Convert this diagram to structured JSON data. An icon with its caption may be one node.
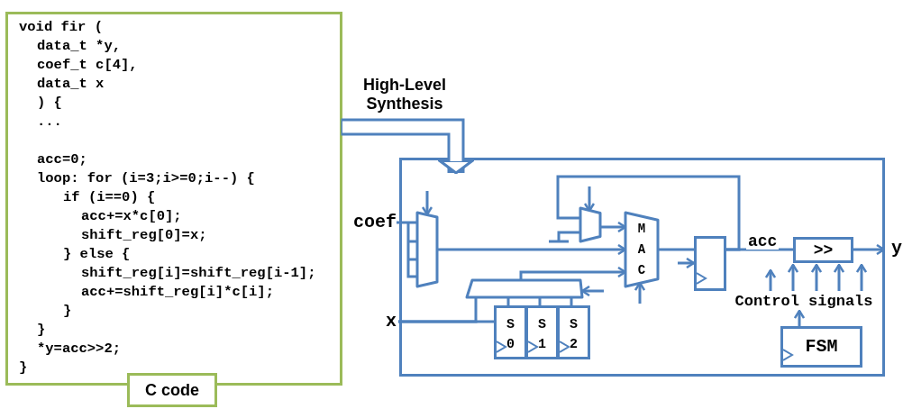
{
  "diagram": {
    "nodes": [
      {
        "text": [
          "void fir (",
          "data_t *y,",
          "coef_t c[4],",
          "data_t x",
          ") {",
          "...",
          "acc=0;",
          "loop: for (i=3;i>=0;i--) {",
          "if (i==0) {",
          "acc+=x*c[0];",
          "shift_reg[0]=x;",
          "} else {",
          "shift_reg[i]=shift_reg[i-1];",
          "acc+=shift_reg[i]*c[i];",
          "}",
          "}",
          "*y=acc>>2;",
          "}"
        ]
      },
      {
        "text": [
          "C code"
        ]
      },
      {
        "text": [],
        "shape": "box"
      },
      {
        "text": [],
        "shape": "trapezoid",
        "in": 2
      },
      {
        "text": [],
        "shape": "trapezoid",
        "in": 2
      },
      {
        "text": [
          "MAC"
        ],
        "in": 2
      },
      {
        "text": [],
        "shape": "box",
        "in": 2
      },
      {
        "text": [
          ">>"
        ],
        "in": 2
      },
      {
        "text": [
          "FSM"
        ],
        "in": 2
      },
      {
        "text": [],
        "shape": "trapezoid",
        "in": 2
      },
      {
        "text": [
          "S0"
        ],
        "in": 2
      },
      {
        "text": [
          "S1"
        ],
        "in": 2
      },
      {
        "text": [
          "S2"
        ],
        "in": 2
      },
      {
        "text": [
          "coef"
        ]
      },
      {
        "text": [
          "x"
        ]
      },
      {
        "text": [
          "y"
        ]
      },
      {
        "text": [
          "Control signals"
        ],
        "in": 2
      }
    ],
    "edges": [
      {
        "from": 0,
        "to": 2,
        "arrow": "to",
        "label": "High-Level Synthesis",
        "style": "thick"
      },
      {
        "from": 13,
        "to": 3,
        "arrow": "none"
      },
      {
        "from": 3,
        "to": 5,
        "arrow": "to"
      },
      {
        "from": 4,
        "to": 5,
        "arrow": "to"
      },
      {
        "from": 9,
        "to": 5,
        "arrow": "to"
      },
      {
        "from": 5,
        "to": 6,
        "arrow": "none"
      },
      {
        "from": 6,
        "to": 7,
        "arrow": "none",
        "label": "acc"
      },
      {
        "from": 7,
        "to": 15,
        "arrow": "to"
      },
      {
        "from": 6,
        "to": 4,
        "arrow": "none"
      },
      {
        "from": 14,
        "to": 10,
        "arrow": "none"
      },
      {
        "from": 14,
        "to": 9,
        "arrow": "none"
      },
      {
        "from": 10,
        "to": 9,
        "arrow": "none"
      },
      {
        "from": 11,
        "to": 9,
        "arrow": "none"
      },
      {
        "from": 12,
        "to": 9,
        "arrow": "none"
      },
      {
        "from": 8,
        "to": 16,
        "arrow": "to"
      },
      {
        "from": 16,
        "to": null,
        "arrow": "to"
      },
      {
        "from": 16,
        "to": 7,
        "arrow": "to"
      },
      {
        "from": 16,
        "to": 7,
        "arrow": "to"
      },
      {
        "from": 16,
        "to": 7,
        "arrow": "to"
      },
      {
        "from": 16,
        "to": 7,
        "arrow": "to"
      },
      {
        "from": null,
        "to": 3,
        "arrow": "to"
      },
      {
        "from": null,
        "to": 4,
        "arrow": "to"
      },
      {
        "from": null,
        "to": 9,
        "arrow": "to"
      },
      {
        "from": null,
        "to": 5,
        "arrow": "to"
      },
      {
        "from": null,
        "to": 6,
        "arrow": "to"
      }
    ]
  }
}
